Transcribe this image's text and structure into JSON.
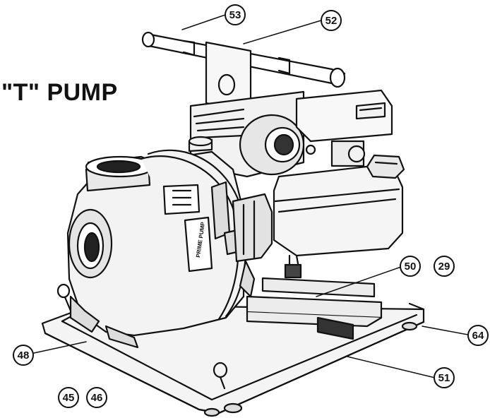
{
  "title": "\"T\" PUMP",
  "callouts": {
    "c53": "53",
    "c52": "52",
    "c50": "50",
    "c29": "29",
    "c64": "64",
    "c48": "48",
    "c51": "51",
    "c45": "45",
    "c46": "46"
  },
  "labels": {
    "tag": "PRIME PUMP"
  }
}
